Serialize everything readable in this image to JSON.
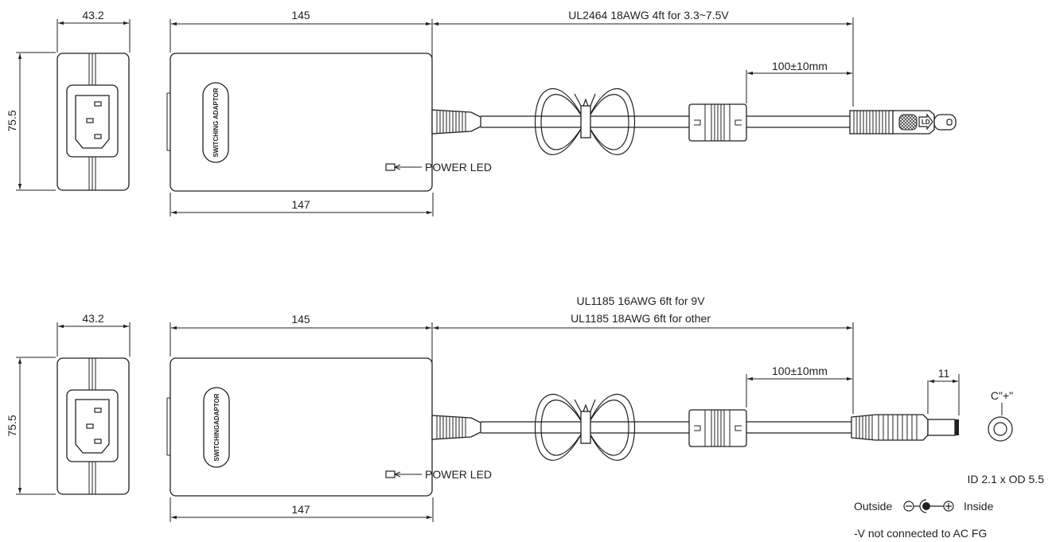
{
  "colors": {
    "ink": "#231f20",
    "background": "#ffffff"
  },
  "diagrams": [
    {
      "end_view": {
        "width_label": "43.2",
        "height_label": "75.5"
      },
      "top_view": {
        "length_top_label": "145",
        "length_bottom_label": "147",
        "body_text": "SWITCHING ADAPTOR",
        "led_label": "POWER LED"
      },
      "cable": {
        "spec_line1": "UL2464 18AWG 4ft for 3.3~7.5V",
        "spec_line2": "",
        "connector_distance_label": "100±10mm"
      },
      "plug_type": "din-4pin"
    },
    {
      "end_view": {
        "width_label": "43.2",
        "height_label": "75.5"
      },
      "top_view": {
        "length_top_label": "145",
        "length_bottom_label": "147",
        "body_text": "SWITCHINGADAPTOR",
        "led_label": "POWER LED"
      },
      "cable": {
        "spec_line1": "UL1185 16AWG 6ft for 9V",
        "spec_line2": "UL1185 18AWG 6ft for other",
        "connector_distance_label": "100±10mm"
      },
      "plug_type": "dc-barrel",
      "plug": {
        "length_label": "11",
        "polarity_face_label": "C\"+\"",
        "size_label": "ID 2.1 x OD 5.5",
        "outside_label": "Outside",
        "inside_label": "Inside",
        "note": "-V not connected to AC FG"
      }
    }
  ]
}
